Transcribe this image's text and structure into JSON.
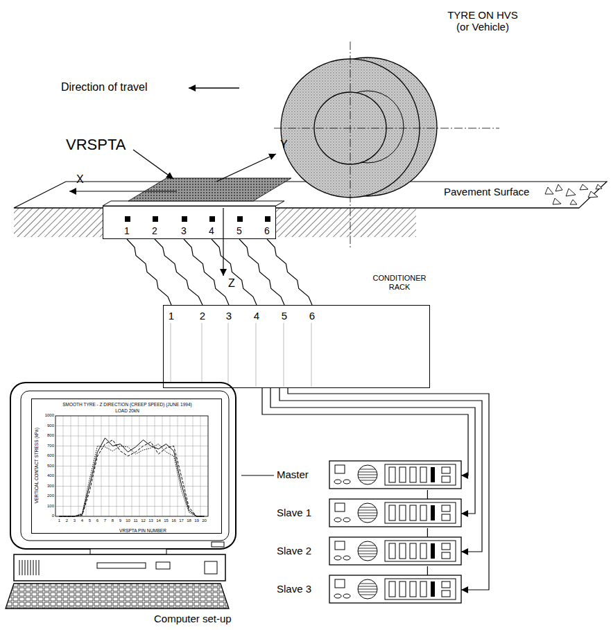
{
  "diagram": {
    "nodes": [
      {
        "text": [
          "TYRE ON HVS (or Vehicle)"
        ]
      },
      {
        "text": [
          "1",
          "2",
          "3",
          "4",
          "5",
          "6"
        ]
      },
      {
        "text": [
          "CONDITIONER RACK",
          "1",
          "2",
          "3",
          "4",
          "5",
          "6"
        ]
      },
      {
        "text": [
          "Master"
        ]
      },
      {
        "text": [
          "Slave 1"
        ]
      },
      {
        "text": [
          "Slave 2"
        ]
      },
      {
        "text": [
          "Slave 3"
        ]
      },
      {
        "text": [
          "Computer set-up"
        ]
      },
      {
        "text": [
          "SMOOTH TYRE - Z DIRECTION (CREEP SPEED) (JUNE 1994)",
          "LOAD 20kN",
          "VERTICAL CONTACT STRESS (kPa)",
          "VRSPTA PIN NUMBER"
        ],
        "in": 7
      }
    ],
    "edges": [
      {
        "from": 1,
        "to": 2,
        "arrow": "none"
      },
      {
        "from": 2,
        "to": 3,
        "arrow": "to"
      },
      {
        "from": 2,
        "to": 4,
        "arrow": "to"
      },
      {
        "from": 2,
        "to": 5,
        "arrow": "to"
      },
      {
        "from": 2,
        "to": 6,
        "arrow": "to"
      },
      {
        "from": 3,
        "to": 7,
        "arrow": "none"
      },
      {
        "from": 3,
        "to": 4,
        "arrow": "none"
      },
      {
        "from": 4,
        "to": 5,
        "arrow": "none"
      },
      {
        "from": 5,
        "to": 6,
        "arrow": "none"
      }
    ],
    "labels": [
      "Direction of travel",
      "VRSPTA",
      "X",
      "Y",
      "Pavement Surface",
      "Z",
      "1000",
      "900",
      "800",
      "700",
      "600",
      "500",
      "400",
      "300",
      "200",
      "100",
      "0",
      "1",
      "2",
      "3",
      "4",
      "5",
      "6",
      "7",
      "8",
      "9",
      "10",
      "11",
      "12",
      "13",
      "14",
      "15",
      "16",
      "17",
      "18",
      "19",
      "20"
    ]
  }
}
